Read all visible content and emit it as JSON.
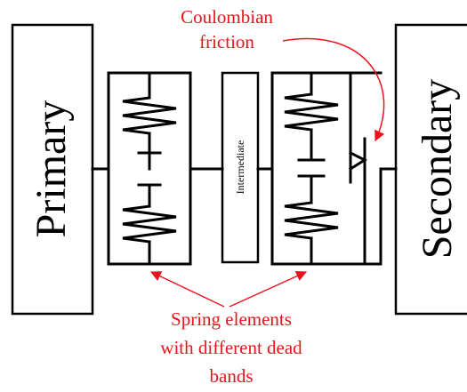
{
  "blocks": {
    "primary": "Primary",
    "intermediate": "Intermediate",
    "secondary": "Secondary"
  },
  "annotations": {
    "friction_line1": "Coulombian",
    "friction_line2": "friction",
    "springs_line1": "Spring elements",
    "springs_line2": "with different dead",
    "springs_line3": "bands"
  },
  "colors": {
    "annotation": "#e8141b",
    "lines": "#000000",
    "background": "#ffffff"
  }
}
